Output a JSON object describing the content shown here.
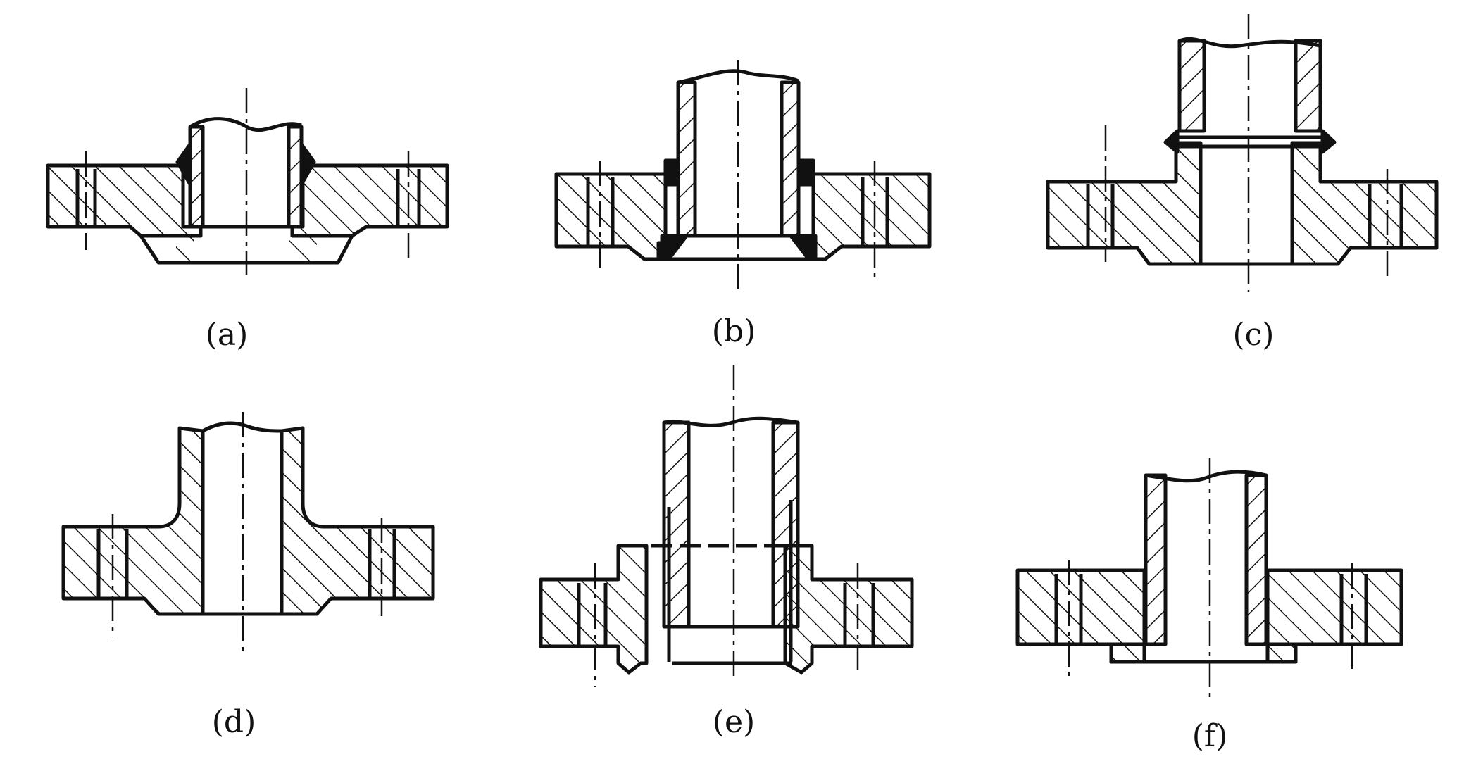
{
  "figure": {
    "panels": [
      {
        "id": "a",
        "caption": "(a)"
      },
      {
        "id": "b",
        "caption": "(b)"
      },
      {
        "id": "c",
        "caption": "(c)"
      },
      {
        "id": "d",
        "caption": "(d)"
      },
      {
        "id": "e",
        "caption": "(e)"
      },
      {
        "id": "f",
        "caption": "(f)"
      }
    ],
    "colors": {
      "ink": "#111111",
      "background": "#ffffff"
    }
  }
}
